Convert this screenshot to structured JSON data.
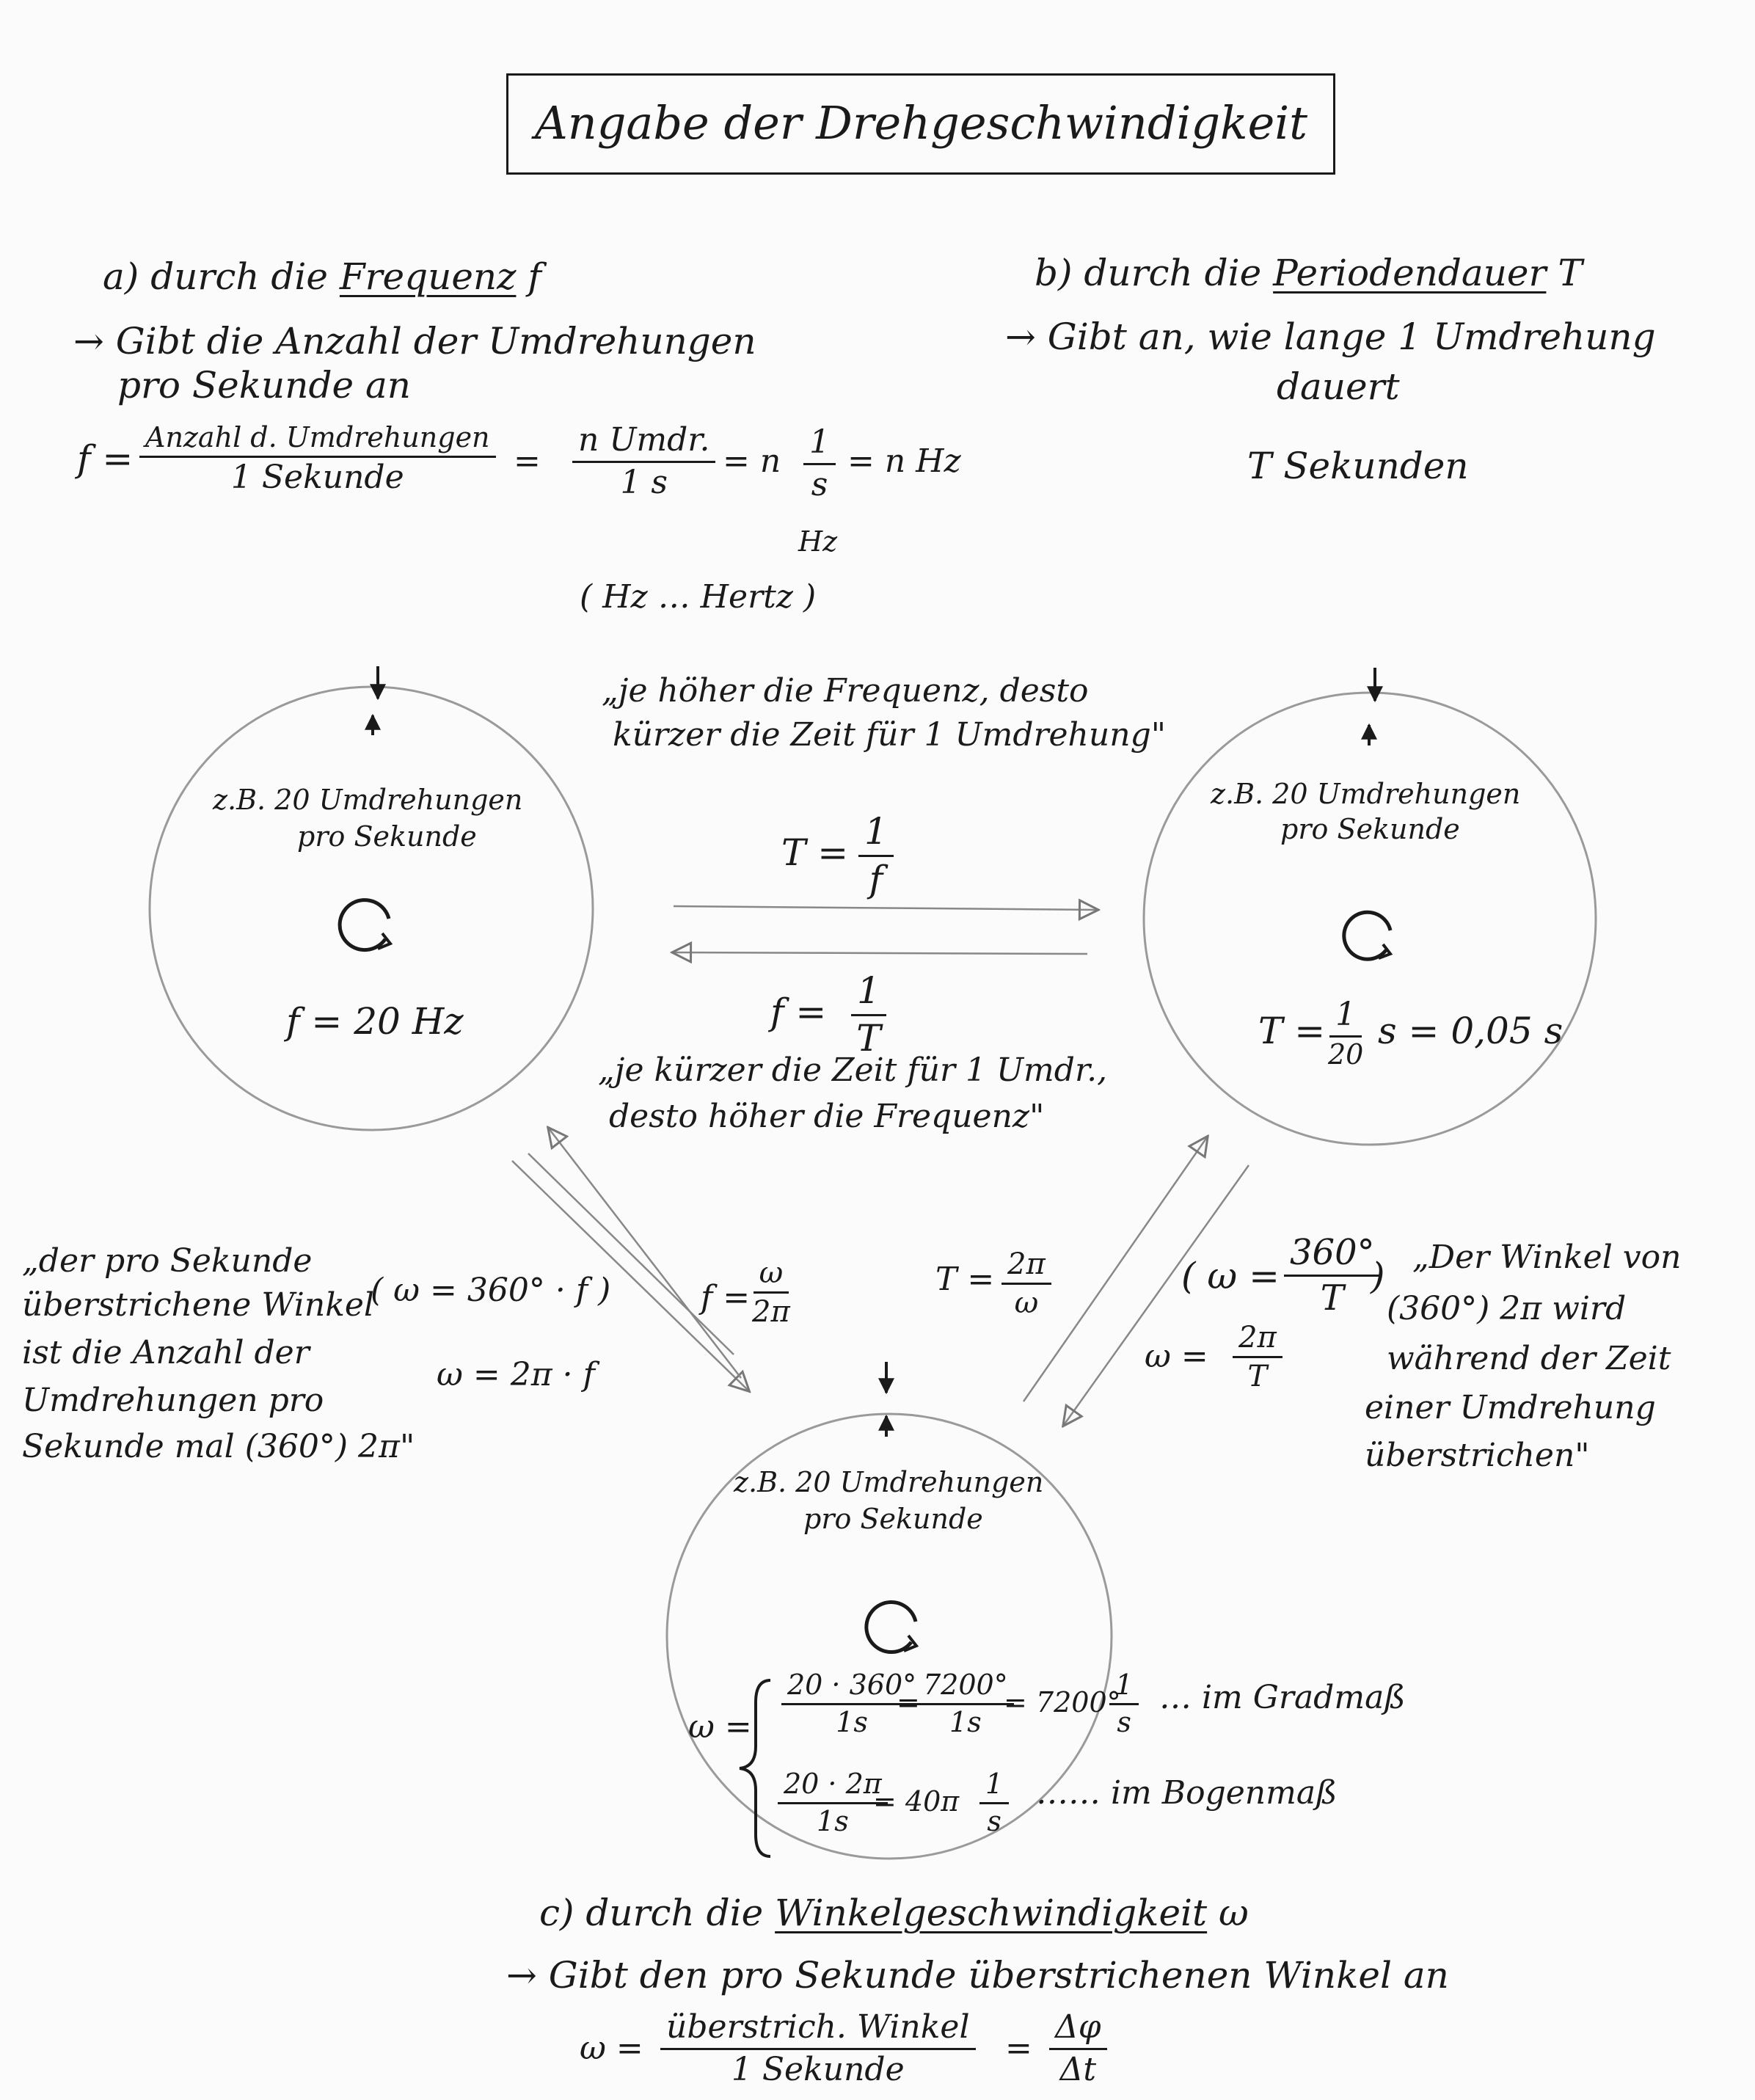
{
  "title": "Angabe der Drehgeschwindigkeit",
  "section_a": {
    "prefix": "a) durch die",
    "term": "Frequenz",
    "symbol": "f",
    "desc_line1": "→ Gibt die Anzahl der Umdrehungen",
    "desc_line2": "pro Sekunde an",
    "f_eq": "f =",
    "frac1_num": "Anzahl d. Umdrehungen",
    "frac1_den": "1 Sekunde",
    "eq1": "=",
    "frac2_num": "n Umdr.",
    "frac2_den": "1 s",
    "eq2": "= n",
    "frac3_num": "1",
    "frac3_den": "s",
    "result": "= n Hz",
    "hz_under": "Hz",
    "hz_note": "( Hz … Hertz )"
  },
  "section_b": {
    "prefix": "b) durch die",
    "term": "Periodendauer",
    "symbol": "T",
    "desc_line1": "→ Gibt an, wie lange 1 Umdrehung",
    "desc_line2": "dauert",
    "unit_note": "T Sekunden"
  },
  "quote_top_line1": "„je höher die Frequenz, desto",
  "quote_top_line2": "kürzer die Zeit für 1 Umdrehung\"",
  "quote_mid_line1": "„je kürzer die Zeit für 1 Umdr.,",
  "quote_mid_line2": "desto höher die Frequenz\"",
  "formula_T_from_f": {
    "lhs": "T =",
    "num": "1",
    "den": "f"
  },
  "formula_f_from_T": {
    "lhs": "f =",
    "num": "1",
    "den": "T"
  },
  "circle_left": {
    "label_line1": "z.B. 20 Umdrehungen",
    "label_line2": "pro Sekunde",
    "value": "f = 20 Hz"
  },
  "circle_right": {
    "label_line1": "z.B. 20 Umdrehungen",
    "label_line2": "pro Sekunde",
    "value_lhs": "T =",
    "value_num": "1",
    "value_den": "20",
    "value_rest": "s = 0,05 s"
  },
  "circle_bottom": {
    "label_line1": "z.B. 20 Umdrehungen",
    "label_line2": "pro Sekunde",
    "omega_lhs": "ω =",
    "grad_frac1_num": "20 · 360°",
    "grad_frac1_den": "1s",
    "grad_eq": "=",
    "grad_frac2_num": "7200°",
    "grad_frac2_den": "1s",
    "grad_eq2": "= 7200°",
    "grad_frac3_num": "1",
    "grad_frac3_den": "s",
    "grad_note": "… im Gradmaß",
    "bogen_frac1_num": "20 · 2π",
    "bogen_frac1_den": "1s",
    "bogen_eq": "= 40π",
    "bogen_frac2_num": "1",
    "bogen_frac2_den": "s",
    "bogen_note": "…… im Bogenmaß"
  },
  "left_quote": {
    "line1": "„der pro Sekunde",
    "line2": "überstrichene Winkel",
    "line3": "ist die Anzahl der",
    "line4": "Umdrehungen pro",
    "line5": "Sekunde mal (360°) 2π\""
  },
  "omega_deg_f": "( ω = 360° · f )",
  "omega_2pi_f": "ω = 2π · f",
  "f_from_omega": {
    "lhs": "f =",
    "num": "ω",
    "den": "2π"
  },
  "T_from_omega": {
    "lhs": "T =",
    "num": "2π",
    "den": "ω"
  },
  "omega_deg_T": {
    "open": "( ω =",
    "num": "360°",
    "den": "T",
    "close": ")"
  },
  "omega_2pi_T": {
    "lhs": "ω =",
    "num": "2π",
    "den": "T"
  },
  "right_quote": {
    "line1": "„Der Winkel von",
    "line2": "(360°) 2π wird",
    "line3": "während der Zeit",
    "line4": "einer Umdrehung",
    "line5": "überstrichen\""
  },
  "section_c": {
    "prefix": "c) durch die",
    "term": "Winkelgeschwindigkeit",
    "symbol": "ω",
    "desc": "→ Gibt den pro Sekunde überstrichenen Winkel an",
    "omega_lhs": "ω =",
    "frac_num": "überstrich. Winkel",
    "frac_den": "1 Sekunde",
    "eq": "=",
    "delta_num": "Δφ",
    "delta_den": "Δt"
  }
}
